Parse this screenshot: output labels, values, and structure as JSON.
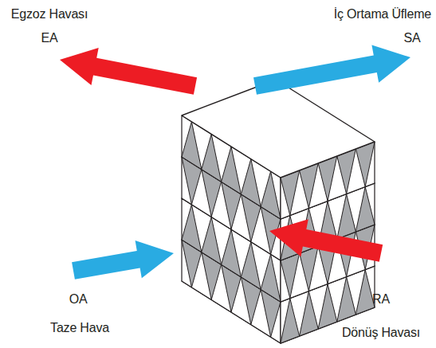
{
  "diagram": {
    "labels": [
      "Egzoz Havası",
      "EA",
      "İç Ortama Üfleme",
      "SA",
      "OA",
      "Taze Hava",
      "RA",
      "Dönüş Havası"
    ]
  }
}
